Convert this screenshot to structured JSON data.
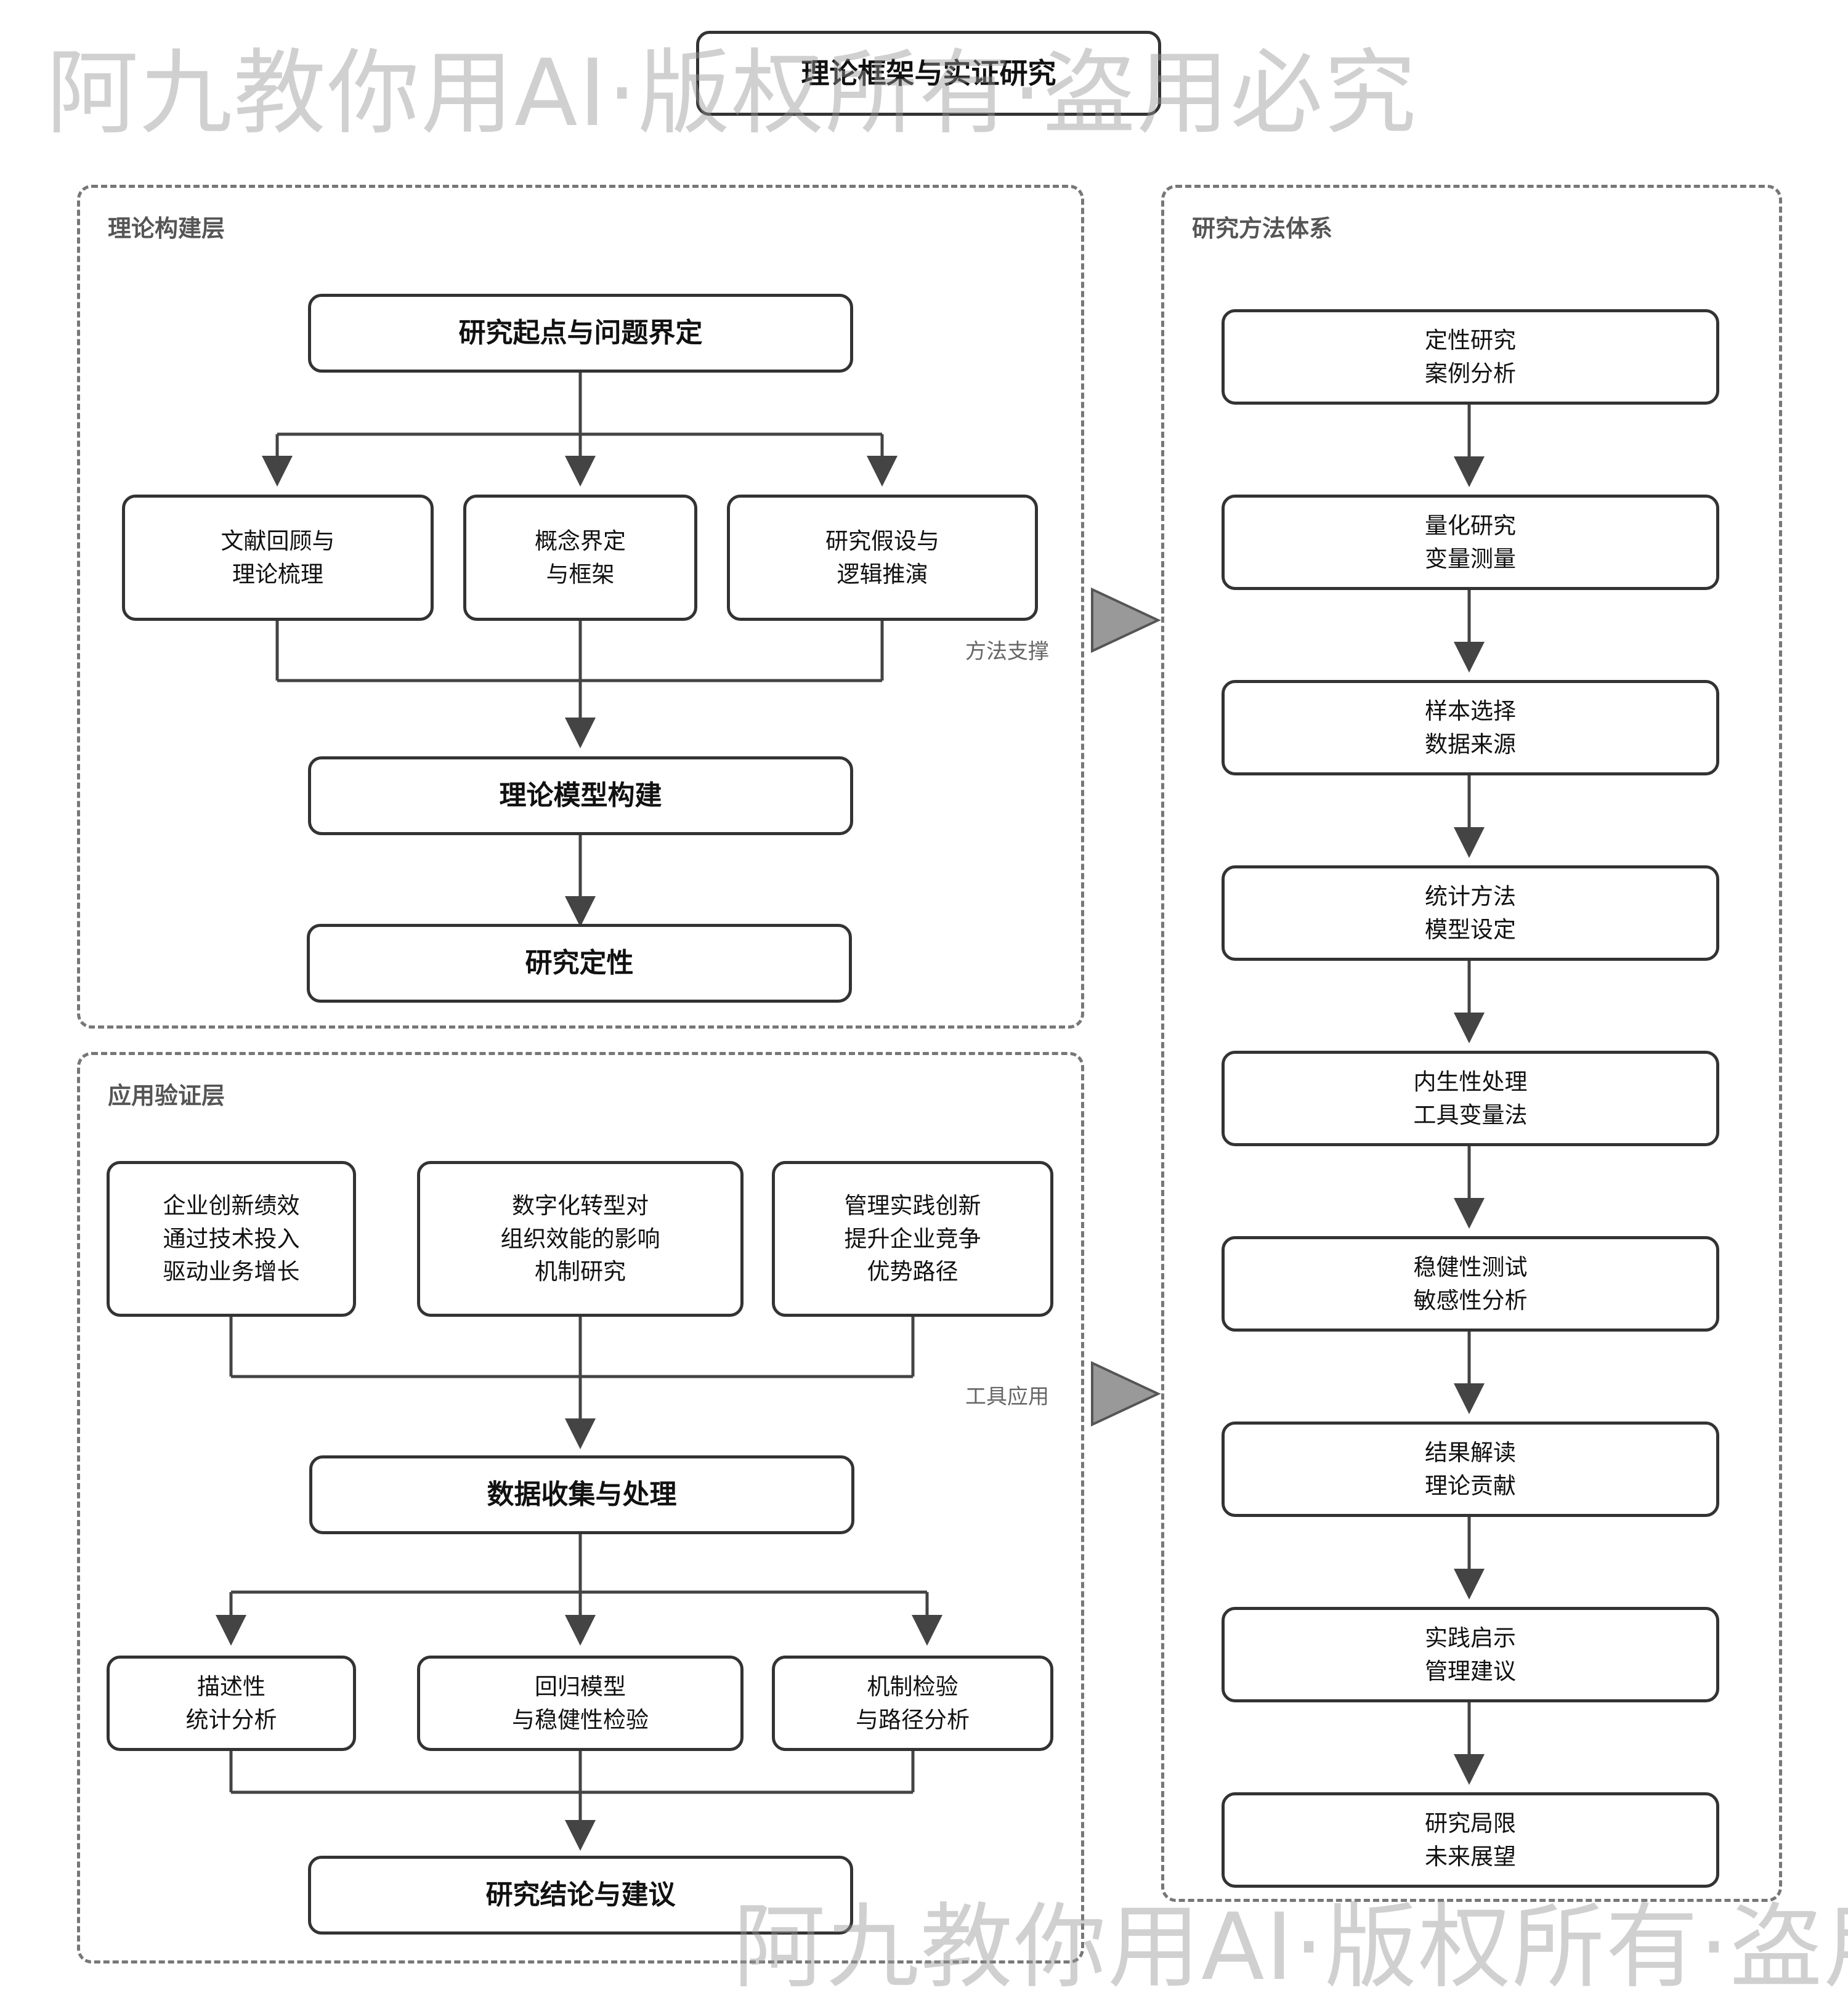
{
  "title": "理论框架与实证研究",
  "watermark": {
    "top": "阿九教你用AI·版权所有·盗用必究",
    "bottom": "阿九教你用AI·版权所有·盗用必究"
  },
  "theory_layer": {
    "label": "理论构建层",
    "start": "研究起点与问题界定",
    "branches": [
      [
        "文献回顾与",
        "理论梳理"
      ],
      [
        "概念界定",
        "与框架"
      ],
      [
        "研究假设与",
        "逻辑推演"
      ]
    ],
    "model": "理论模型构建",
    "nature": "研究定性",
    "connector_label": "方法支撑"
  },
  "application_layer": {
    "label": "应用验证层",
    "topics": [
      [
        "企业创新绩效",
        "通过技术投入",
        "驱动业务增长"
      ],
      [
        "数字化转型对",
        "组织效能的影响",
        "机制研究"
      ],
      [
        "管理实践创新",
        "提升企业竞争",
        "优势路径"
      ]
    ],
    "data": "数据收集与处理",
    "analyses": [
      [
        "描述性",
        "统计分析"
      ],
      [
        "回归模型",
        "与稳健性检验"
      ],
      [
        "机制检验",
        "与路径分析"
      ]
    ],
    "conclusion": "研究结论与建议",
    "connector_label": "工具应用"
  },
  "method_system": {
    "label": "研究方法体系",
    "steps": [
      [
        "定性研究",
        "案例分析"
      ],
      [
        "量化研究",
        "变量测量"
      ],
      [
        "样本选择",
        "数据来源"
      ],
      [
        "统计方法",
        "模型设定"
      ],
      [
        "内生性处理",
        "工具变量法"
      ],
      [
        "稳健性测试",
        "敏感性分析"
      ],
      [
        "结果解读",
        "理论贡献"
      ],
      [
        "实践启示",
        "管理建议"
      ],
      [
        "研究局限",
        "未来展望"
      ]
    ]
  }
}
